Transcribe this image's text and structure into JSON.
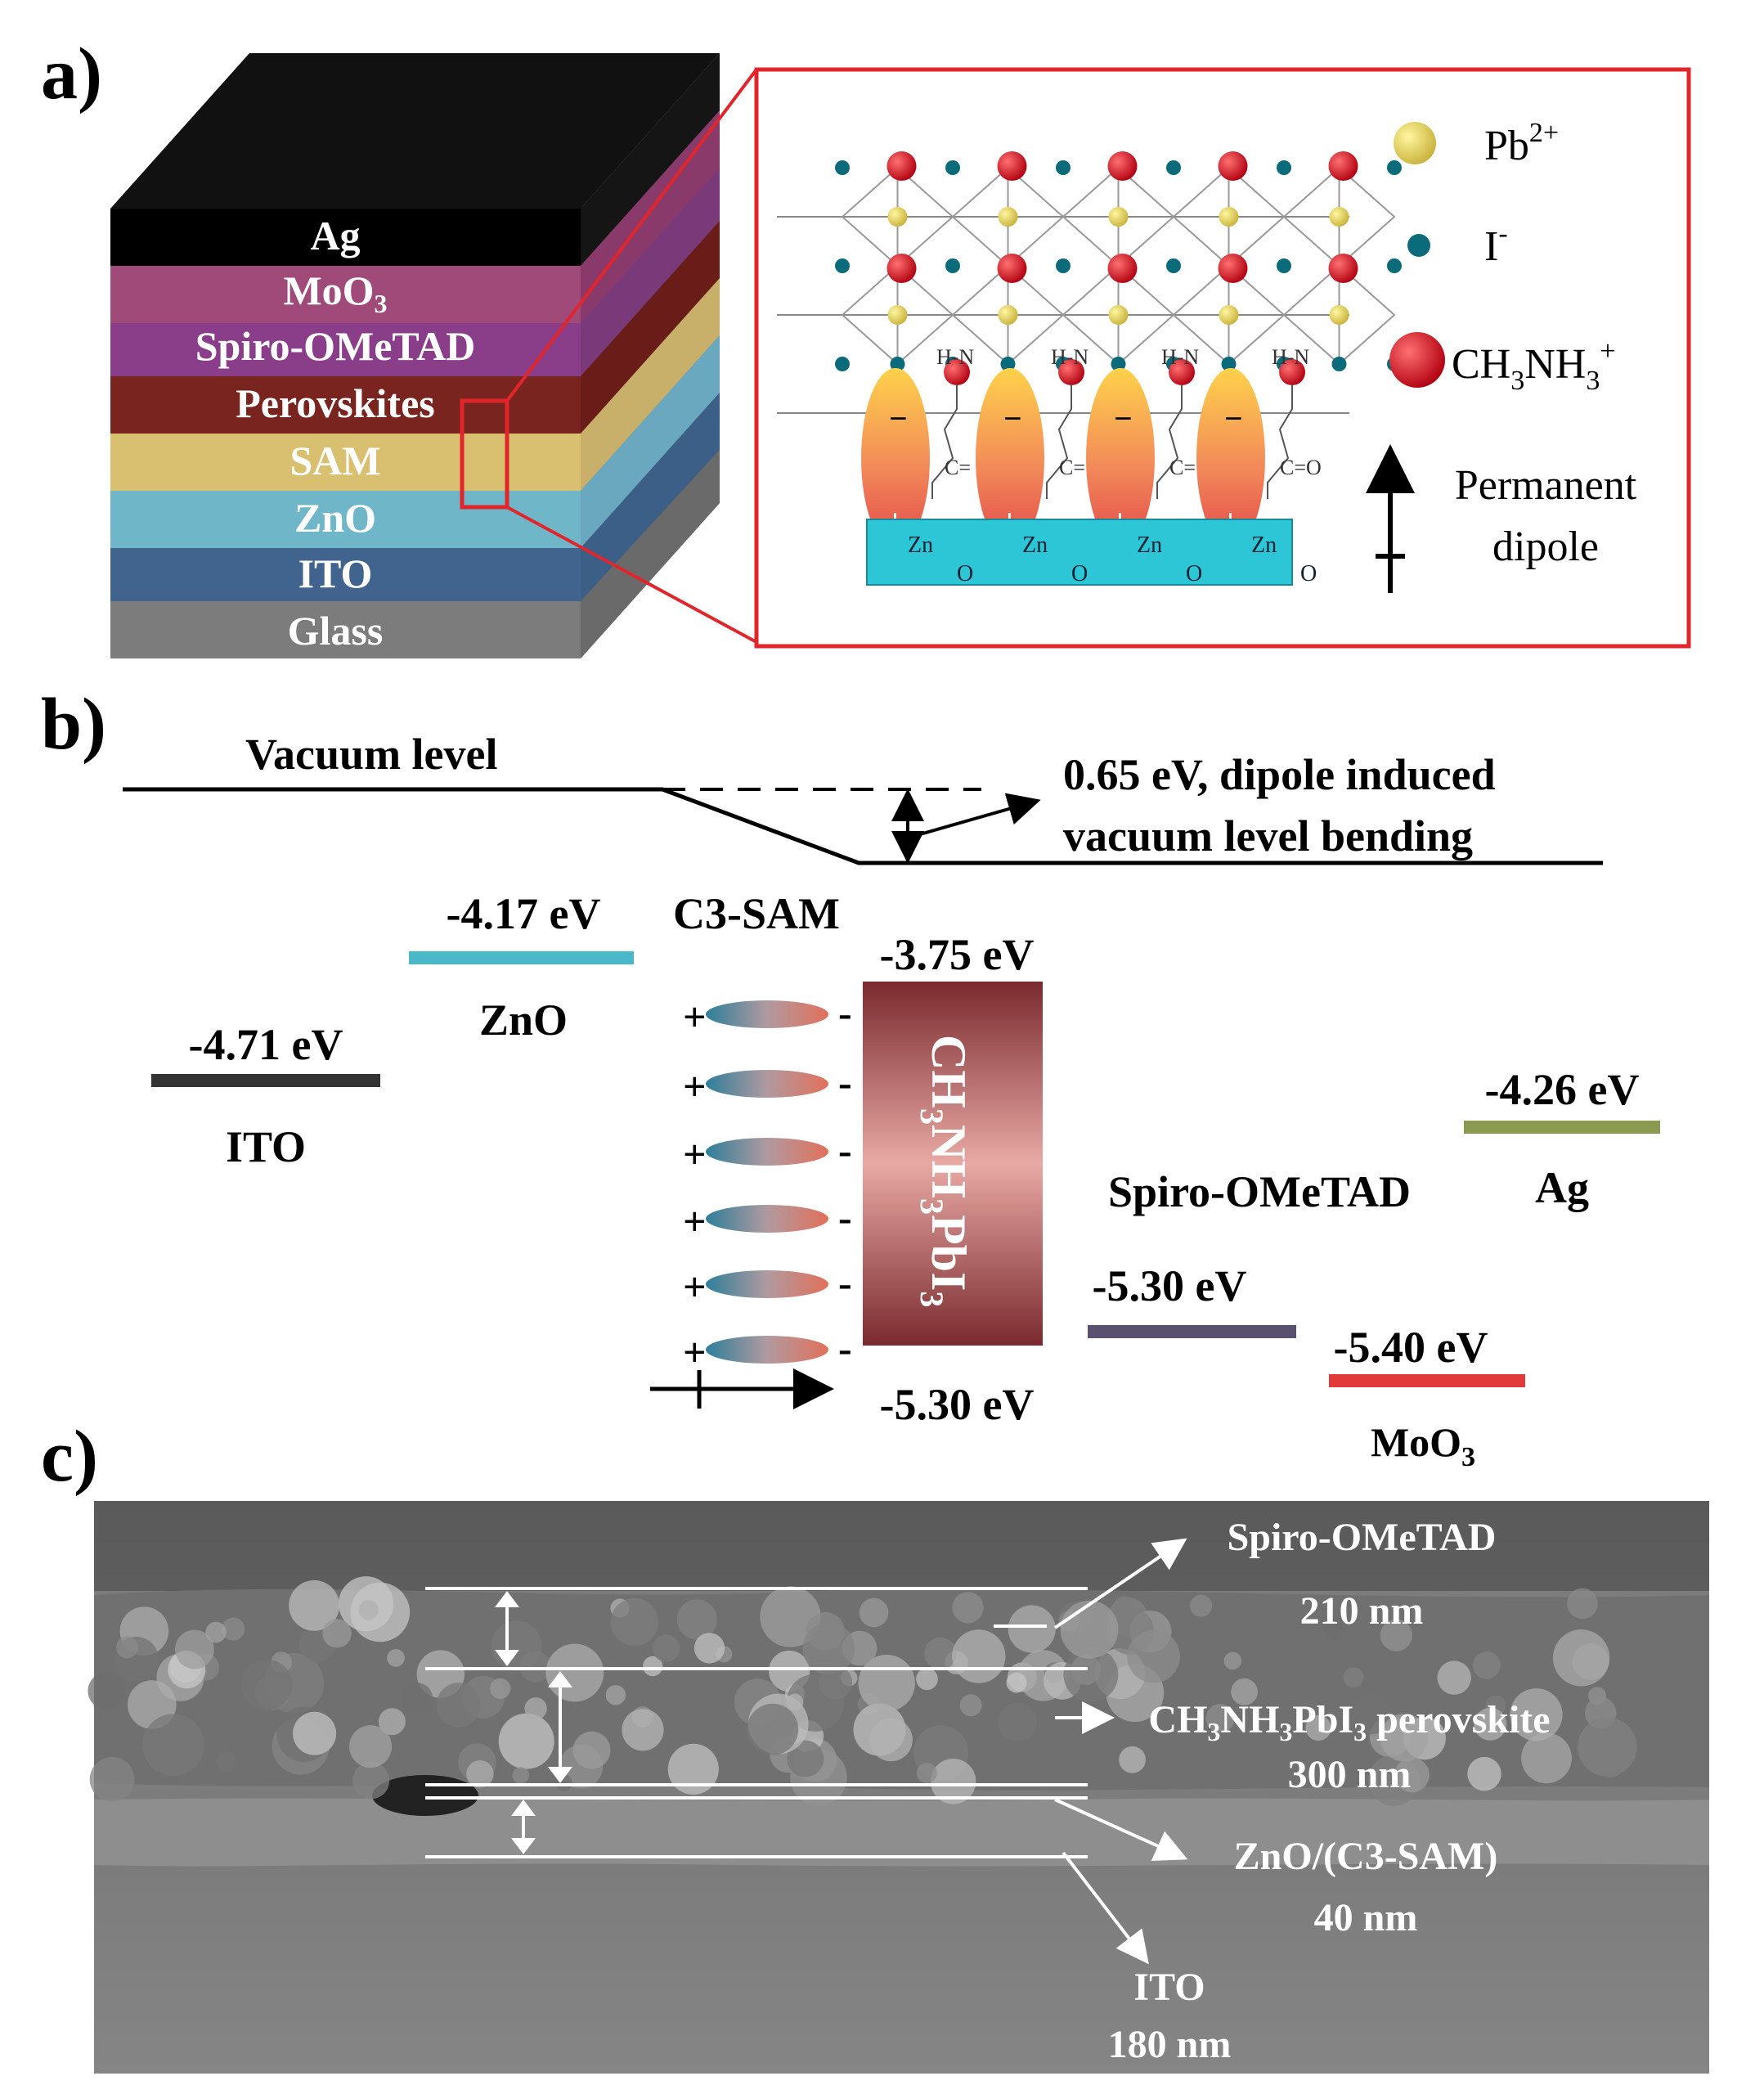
{
  "panel_a": {
    "label": "a)",
    "layers": [
      "Ag",
      "MoO3",
      "Spiro-OMeTAD",
      "Perovskites",
      "SAM",
      "ZnO",
      "ITO",
      "Glass"
    ],
    "legend": {
      "pb": "Pb",
      "pb_sup": "2+",
      "iodide": "I",
      "iodide_sup": "-",
      "ma_main": "CH",
      "ma_sub1": "3",
      "ma_mid": "NH",
      "ma_sub2": "3",
      "ma_sup": "+",
      "dipole_line1": "Permanent",
      "dipole_line2": "dipole"
    },
    "sam_labels": {
      "hn": "H-N",
      "c_bond": "C=",
      "co": "C=O",
      "zn": "Zn",
      "o": "O",
      "minus": "−",
      "plus": "+"
    }
  },
  "panel_b": {
    "label": "b)",
    "vacuum_level": "Vacuum level",
    "bending_line1": "0.65 eV, dipole induced",
    "bending_line2": "vacuum level bending",
    "ito_energy": "-4.71 eV",
    "ito_name": "ITO",
    "zno_energy": "-4.17 eV",
    "zno_name": "ZnO",
    "sam_name": "C3-SAM",
    "pero_lumo": "-3.75 eV",
    "pero_homo": "-5.30 eV",
    "pero_formula_a": "CH",
    "pero_formula_b": "3",
    "pero_formula_c": "NH",
    "pero_formula_d": "3",
    "pero_formula_e": "PbI",
    "pero_formula_f": "3",
    "spiro_name": "Spiro-OMeTAD",
    "spiro_energy": "-5.30 eV",
    "moo3_energy": "-5.40 eV",
    "moo3_name": "MoO",
    "moo3_sub": "3",
    "ag_energy": "-4.26 eV",
    "ag_name": "Ag",
    "plus": "+",
    "minus": "-"
  },
  "panel_c": {
    "label": "c)",
    "spiro_label": "Spiro-OMeTAD",
    "spiro_thickness": "210 nm",
    "pero_a": "CH",
    "pero_b": "3",
    "pero_c": "NH",
    "pero_d": "3",
    "pero_e": "PbI",
    "pero_f": "3",
    "pero_g": " perovskite",
    "pero_thickness": "300 nm",
    "zno_label": "ZnO/(C3-SAM)",
    "zno_thickness": "40 nm",
    "ito_label": "ITO",
    "ito_thickness": "180 nm"
  },
  "colors": {
    "inset_border": "#e0262b",
    "ito_bar": "#3a3a3a",
    "zno_bar": "#4ab8c8",
    "spiro_bar": "#5a5070",
    "moo3_bar": "#e23a3a",
    "ag_bar": "#8a9a50",
    "perovskite_block": "#8b3a3a"
  }
}
